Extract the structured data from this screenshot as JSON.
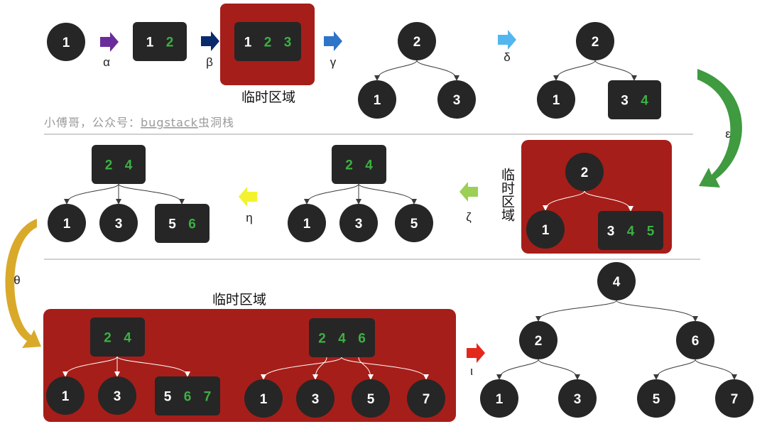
{
  "colors": {
    "node": "#262626",
    "node_text": "#ffffff",
    "new_key_text": "#3cb043",
    "temp_region": "#a61e19",
    "divider": "#b4b4b4",
    "edge": "#3a3a3a",
    "edge_on_temp": "#ffffff",
    "arrow_alpha": "#6a2c9a",
    "arrow_beta": "#0b2a6b",
    "arrow_gamma": "#2e74c8",
    "arrow_delta": "#54b6ee",
    "arrow_epsilon": "#3f9a40",
    "arrow_zeta": "#9bcf55",
    "arrow_eta": "#f2f230",
    "arrow_theta": "#d9a92a",
    "arrow_iota": "#e3281b"
  },
  "labels": {
    "temp_region": "临时区域",
    "watermark_prefix": "小傅哥，公众号：",
    "watermark_brand": "bugstack",
    "watermark_suffix": "虫洞栈"
  },
  "steps": {
    "alpha": "α",
    "beta": "β",
    "gamma": "γ",
    "delta": "δ",
    "epsilon": "ε",
    "zeta": "ζ",
    "eta": "η",
    "theta": "θ",
    "iota": "ι"
  },
  "keys": {
    "k1": "1",
    "k2": "2",
    "k3": "3",
    "k4": "4",
    "k5": "5",
    "k6": "6",
    "k7": "7"
  }
}
